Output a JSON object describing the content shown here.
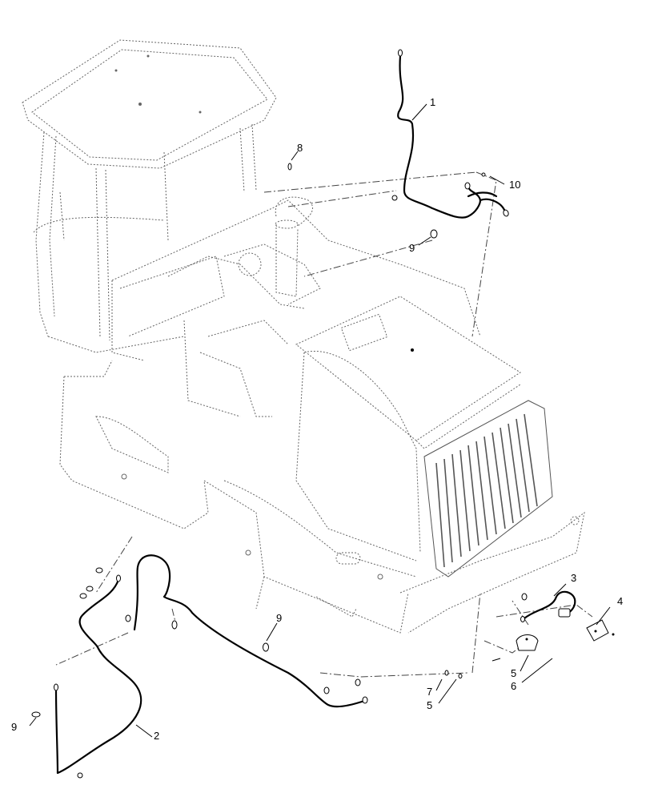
{
  "callouts": [
    {
      "id": "c1",
      "label": "1"
    },
    {
      "id": "c2",
      "label": "2"
    },
    {
      "id": "c3",
      "label": "3"
    },
    {
      "id": "c4",
      "label": "4"
    },
    {
      "id": "c5a",
      "label": "5"
    },
    {
      "id": "c5b",
      "label": "5"
    },
    {
      "id": "c6",
      "label": "6"
    },
    {
      "id": "c7",
      "label": "7"
    },
    {
      "id": "c8",
      "label": "8"
    },
    {
      "id": "c9a",
      "label": "9"
    },
    {
      "id": "c9b",
      "label": "9"
    },
    {
      "id": "c9c",
      "label": "9"
    },
    {
      "id": "c10",
      "label": "10"
    }
  ]
}
